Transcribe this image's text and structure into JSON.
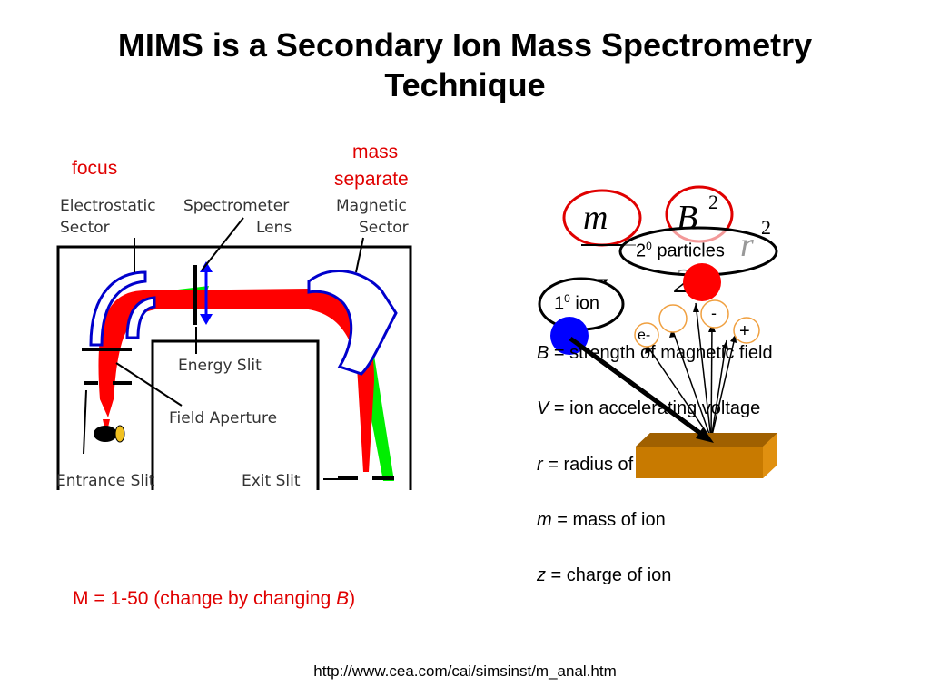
{
  "slide": {
    "title_line1": "MIMS is a Secondary Ion Mass Spectrometry",
    "title_line2": "Technique",
    "label_focus": "focus",
    "label_mass_1": "mass",
    "label_mass_2": "separate",
    "mass_range_prefix": "M = 1-50 (change by changing ",
    "mass_range_var": "B",
    "mass_range_suffix": ")",
    "source_url": "http://www.cea.com/cai/simsinst/m_anal.htm"
  },
  "diagram": {
    "electrostatic_1": "Electrostatic",
    "electrostatic_2": "Sector",
    "lens_1": "Spectrometer",
    "lens_2": "Lens",
    "magnetic_1": "Magnetic",
    "magnetic_2": "Sector",
    "energy_slit": "Energy Slit",
    "field_aperture": "Field Aperture",
    "entrance_slit": "Entrance Slit",
    "exit_slit": "Exit Slit",
    "beam_color": "#ff0000",
    "sector_color": "#0000cc",
    "mass_split_color": "#00ee00"
  },
  "formula": {
    "numerator_left": "m",
    "denominator_left": "z",
    "numerator_right_b": "B",
    "exp_b": "2",
    "numerator_right_r": "r",
    "exp_r": "2",
    "denominator_right": "2V"
  },
  "particles": {
    "secondary_label": "2",
    "secondary_sup": "0",
    "secondary_word": " particles",
    "primary_label": "1",
    "primary_sup": "0",
    "primary_word": " ion",
    "electron": "e-",
    "negative": "-",
    "positive": "+"
  },
  "definitions": [
    {
      "var": "B",
      "text": " = strength of magnetic field"
    },
    {
      "var": "V",
      "text": " = ion accelerating voltage"
    },
    {
      "var": "r",
      "text": " = radius of curvature"
    },
    {
      "var": "m",
      "text": " = mass of ion"
    },
    {
      "var": "z",
      "text": " = charge of ion"
    }
  ]
}
